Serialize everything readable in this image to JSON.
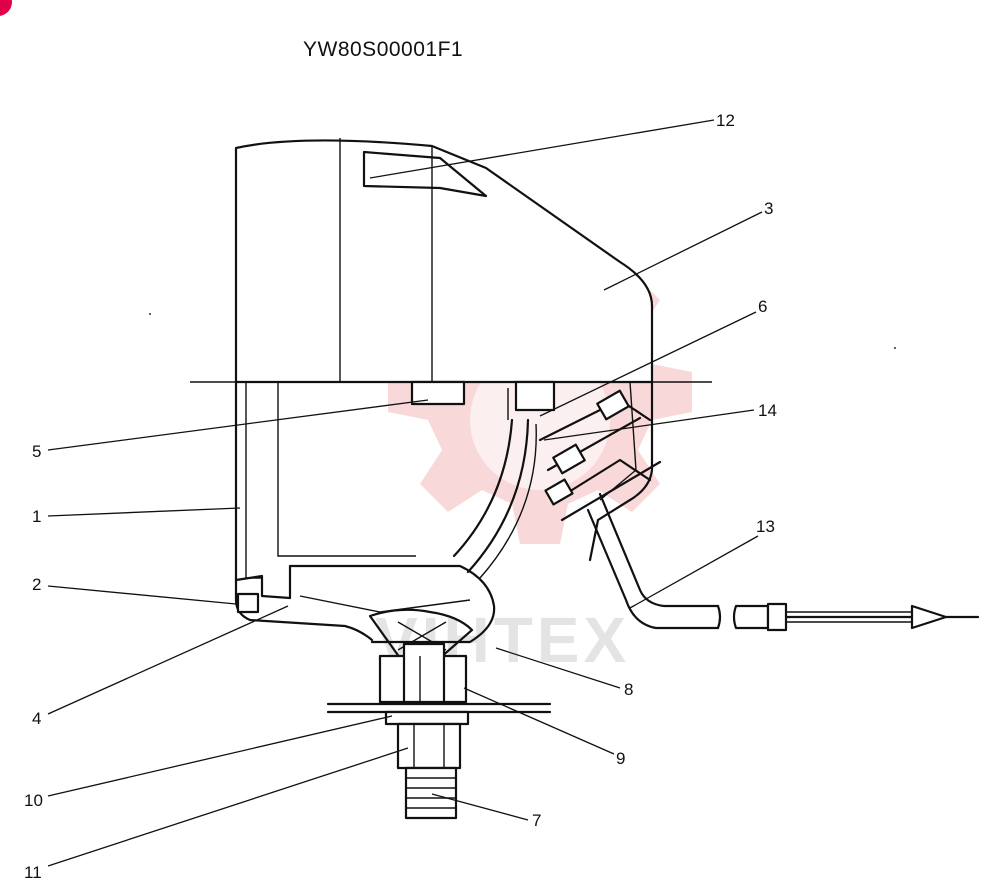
{
  "diagram": {
    "code": "YW80S00001F1",
    "watermark_text": "VIHTEX",
    "labels": [
      "1",
      "2",
      "3",
      "4",
      "5",
      "6",
      "7",
      "8",
      "9",
      "10",
      "11",
      "12",
      "13",
      "14"
    ],
    "colors": {
      "line": "#111111",
      "watermark": "#f2b8b8",
      "corner_mark": "#e0004a"
    }
  }
}
